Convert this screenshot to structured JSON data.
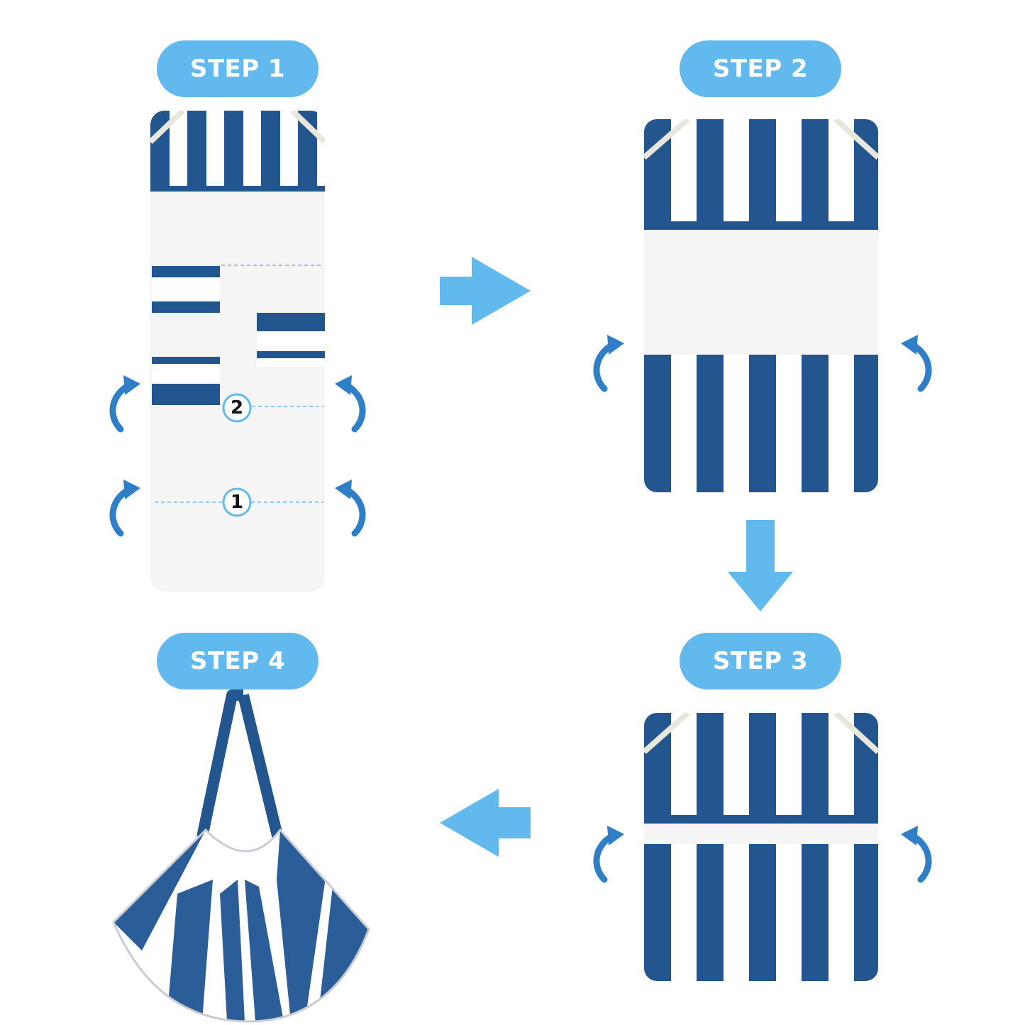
{
  "colors": {
    "pill": "#62b9ee",
    "arrow": "#62b9ee",
    "stripe_blue": "#23568f",
    "towel_white": "#f5f5f5",
    "curl_arrow": "#2f7ec8",
    "dashed_line": "#8fc6ee"
  },
  "steps": [
    {
      "label": "STEP 1"
    },
    {
      "label": "STEP 2"
    },
    {
      "label": "STEP 3"
    },
    {
      "label": "STEP 4"
    }
  ],
  "fold_markers": [
    {
      "label": "1"
    },
    {
      "label": "2"
    }
  ],
  "icons": {
    "flow_arrow": "arrow-icon",
    "fold_hint": "curved-arrow-icon"
  }
}
